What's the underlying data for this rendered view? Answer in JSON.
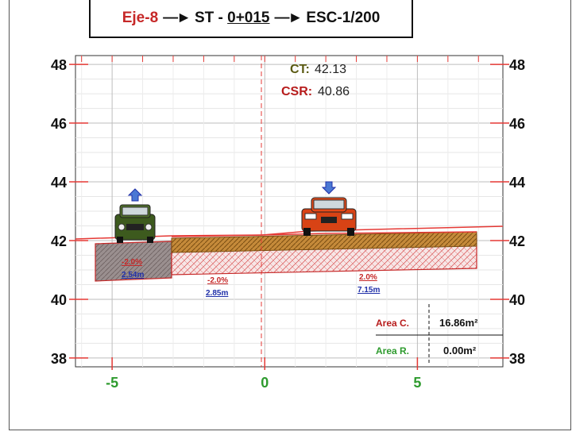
{
  "header": {
    "eje": "Eje-8",
    "arrow": "—►",
    "st_label": "ST -",
    "station": "0+015",
    "esc_label": "ESC-",
    "esc_value": "1/200"
  },
  "info": {
    "ct_label": "CT:",
    "ct_value": "42.13",
    "csr_label": "CSR:",
    "csr_value": "40.86"
  },
  "slopes": [
    {
      "pct": "-2.0%",
      "dist": "2.54m"
    },
    {
      "pct": "-2.0%",
      "dist": "2.85m"
    },
    {
      "pct": "2.0%",
      "dist": "7.15m"
    }
  ],
  "areas": {
    "cut_label": "Area C.",
    "cut_value": "16.86m²",
    "fill_label": "Area R.",
    "fill_value": "0.00m²"
  },
  "colors": {
    "red": "#c62828",
    "green": "#2e9b2e",
    "blue": "#1f2fa8",
    "olive": "#5b5a12"
  },
  "chart_data": {
    "type": "cross-section",
    "x_ticks": [
      "-5",
      "0",
      "5"
    ],
    "y_ticks_left": [
      "48",
      "46",
      "44",
      "42",
      "40",
      "38"
    ],
    "y_ticks_right": [
      "48",
      "46",
      "44",
      "42",
      "40",
      "38"
    ],
    "xlim": [
      -6.2,
      7.8
    ],
    "ylim": [
      37.7,
      48.3
    ],
    "grid": true,
    "terrain": [
      [
        -6.2,
        41.93
      ],
      [
        -3,
        42.0
      ],
      [
        0,
        42.13
      ],
      [
        1.5,
        42.25
      ],
      [
        7.8,
        42.38
      ]
    ],
    "subgrade": [
      [
        -6.2,
        40.6
      ],
      [
        7.8,
        41.0
      ]
    ],
    "vehicles": [
      {
        "x": -4.2,
        "icon": "car-front-icon",
        "arrow": "up"
      },
      {
        "x": 2.2,
        "icon": "car-front-icon",
        "arrow": "down"
      }
    ]
  }
}
